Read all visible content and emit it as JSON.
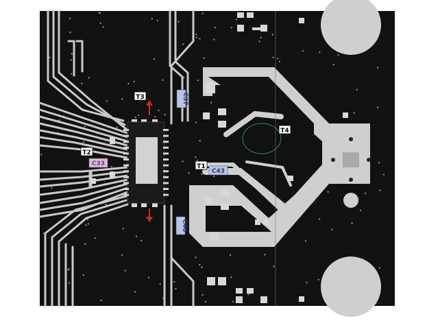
{
  "labels": {
    "T1": "T1",
    "T2": "T2",
    "T3": "T3",
    "T4": "T4",
    "C33": "C33",
    "C37": "C37",
    "C43": "C43",
    "C46": "C46"
  },
  "colors": {
    "board": "#111111",
    "copper": "#c8c8c8",
    "copper_light": "#d8d8d8",
    "pad": "#e8e8e8",
    "arrow": "#d02a1e",
    "via_ring": "#2e8a4a",
    "tag_bg": "#ffffff",
    "cap_blue": "#b9c3e6",
    "cap_pink": "#e2b7d6"
  }
}
